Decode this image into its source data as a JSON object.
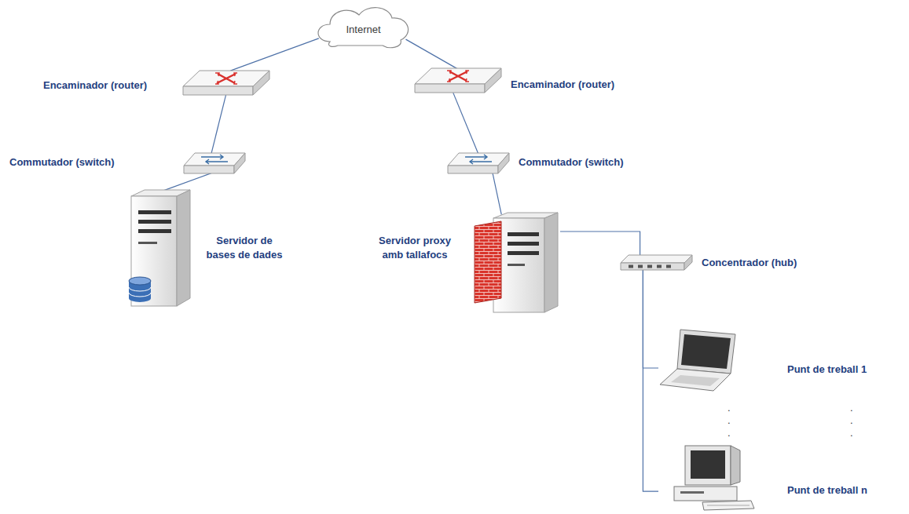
{
  "diagram": {
    "nodes": [
      {
        "text": [
          "Internet"
        ]
      },
      {
        "text": [
          "Encaminador (router)"
        ]
      },
      {
        "text": [
          "Encaminador (router)"
        ]
      },
      {
        "text": [
          "Commutador (switch)"
        ]
      },
      {
        "text": [
          "Commutador (switch)"
        ]
      },
      {
        "text": [
          "Servidor de bases de dades"
        ]
      },
      {
        "text": [
          "Servidor proxy amb tallafocs"
        ]
      },
      {
        "text": [
          "Concentrador (hub)"
        ]
      },
      {
        "text": [
          "Punt de treball 1"
        ]
      },
      {
        "text": [
          "Punt de treball n"
        ]
      }
    ],
    "edges": [
      {
        "from": 0,
        "to": 1,
        "arrow": "none"
      },
      {
        "from": 0,
        "to": 2,
        "arrow": "none"
      },
      {
        "from": 1,
        "to": 3,
        "arrow": "none"
      },
      {
        "from": 2,
        "to": 4,
        "arrow": "none"
      },
      {
        "from": 3,
        "to": 5,
        "arrow": "none"
      },
      {
        "from": 4,
        "to": 6,
        "arrow": "none"
      },
      {
        "from": 6,
        "to": 7,
        "arrow": "none"
      },
      {
        "from": 7,
        "to": 8,
        "arrow": "none"
      },
      {
        "from": 7,
        "to": 9,
        "arrow": "none"
      }
    ],
    "labels": [
      ". . .",
      ". . ."
    ]
  }
}
